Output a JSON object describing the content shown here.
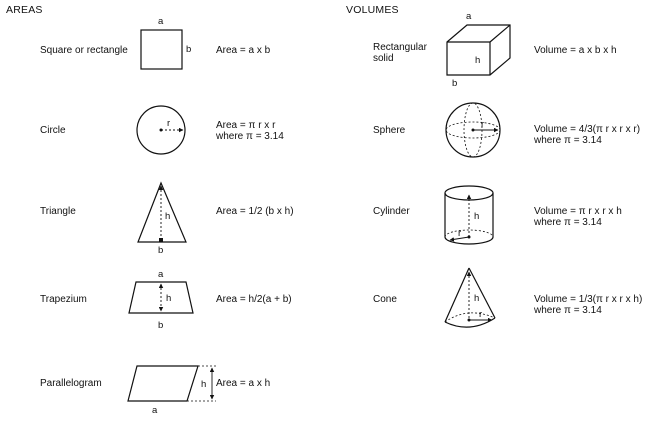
{
  "areas": {
    "heading": "AREAS",
    "square": {
      "name": "Square or rectangle",
      "formula": "Area = a x b",
      "label_a": "a",
      "label_b": "b"
    },
    "circle": {
      "name": "Circle",
      "formula_line1": "Area = π r x r",
      "formula_line2": "where π = 3.14",
      "label_r": "r"
    },
    "triangle": {
      "name": "Triangle",
      "formula": "Area = 1/2 (b x h)",
      "label_h": "h",
      "label_b": "b"
    },
    "trapezium": {
      "name": "Trapezium",
      "formula": "Area = h/2(a + b)",
      "label_a": "a",
      "label_h": "h",
      "label_b": "b"
    },
    "parallelogram": {
      "name": "Parallelogram",
      "formula": "Area = a x h",
      "label_h": "h",
      "label_a": "a"
    }
  },
  "volumes": {
    "heading": "VOLUMES",
    "rect_solid": {
      "name_line1": "Rectangular",
      "name_line2": "solid",
      "formula": "Volume = a x b x h",
      "label_a": "a",
      "label_b": "b",
      "label_h": "h"
    },
    "sphere": {
      "name": "Sphere",
      "formula_line1": "Volume = 4/3(π r x r x r)",
      "formula_line2": "where π = 3.14",
      "label_r": "r"
    },
    "cylinder": {
      "name": "Cylinder",
      "formula_line1": "Volume = π  r x r x h",
      "formula_line2": "where π = 3.14",
      "label_h": "h",
      "label_r": "r"
    },
    "cone": {
      "name": "Cone",
      "formula_line1": "Volume = 1/3(π r x r x h)",
      "formula_line2": "where π = 3.14",
      "label_h": "h",
      "label_r": "r"
    }
  }
}
